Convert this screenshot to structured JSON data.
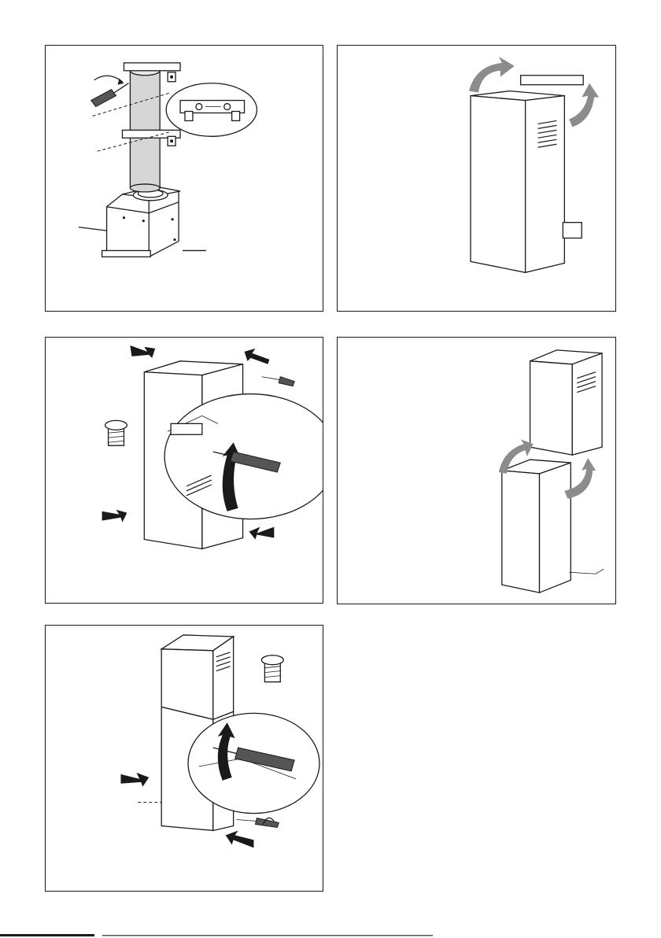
{
  "document": {
    "type": "installation-manual-page",
    "panels": [
      {
        "id": "step-1",
        "content": "mount-brackets-and-flue-pipe"
      },
      {
        "id": "step-2",
        "content": "slide-upper-chimney-over-brackets"
      },
      {
        "id": "step-3",
        "content": "fix-upper-chimney-with-screws"
      },
      {
        "id": "step-4",
        "content": "fit-lower-chimney-section"
      },
      {
        "id": "step-5",
        "content": "fix-lower-chimney-with-screws"
      }
    ],
    "icons": [
      "screwdriver-icon",
      "screw-icon",
      "black-arrow-icon",
      "grey-curved-arrow-icon",
      "rotation-arrow-icon",
      "bracket-icon",
      "vent-grille-icon"
    ],
    "colors": {
      "line": "#1a1a1a",
      "arrow_grey": "#8c8c8c",
      "pipe_fill": "#d6d6d6"
    }
  }
}
